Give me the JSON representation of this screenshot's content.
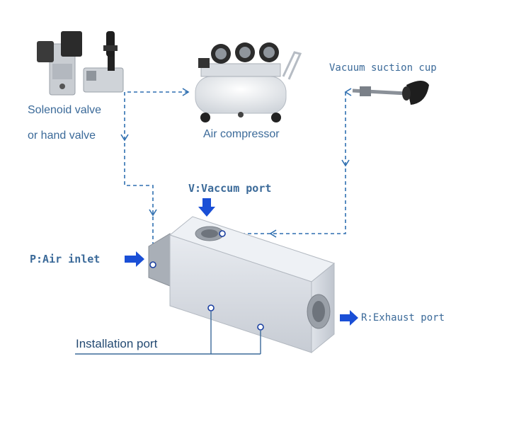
{
  "labels": {
    "solenoid_line1": "Solenoid valve",
    "solenoid_line2": "or hand valve",
    "air_compressor": "Air compressor",
    "vacuum_cup": "Vacuum suction cup",
    "v_port": "V:Vaccum port",
    "p_port": "P:Air inlet",
    "r_port": "R:Exhaust port",
    "installation": "Installation port"
  },
  "colors": {
    "dashed_line": "#2f6fb0",
    "arrow": "#1a4fd6",
    "label_text": "#3b6a99",
    "block_body": "#d6dbe2",
    "block_top": "#eef1f5",
    "port_ring": "#1a3fa0"
  },
  "icons": [
    "solenoid-valve-image",
    "hand-valve-image",
    "air-compressor-image",
    "vacuum-suction-cup-image"
  ]
}
